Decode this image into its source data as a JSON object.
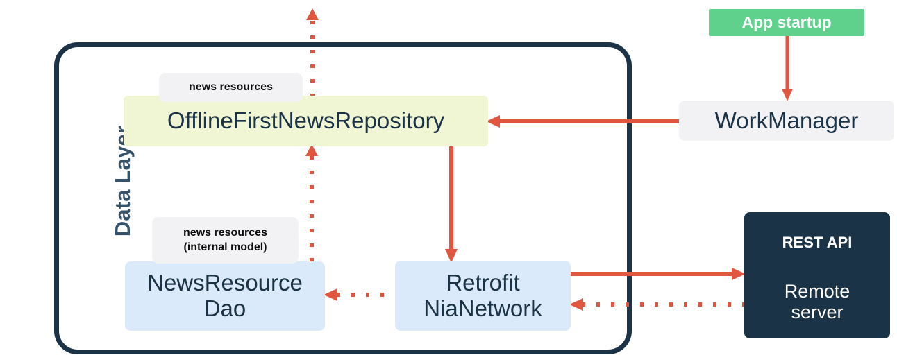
{
  "diagram": {
    "title": "Data Layer",
    "accent_red": "#e0563f",
    "navy": "#1b3347",
    "green": "#5fd18c",
    "yellow": "#f0f5d3",
    "blue": "#daeafb",
    "gray": "#f2f2f5"
  },
  "nodes": {
    "repository": {
      "label": "OfflineFirstNewsRepository"
    },
    "dao": {
      "line1": "NewsResource",
      "line2": "Dao"
    },
    "retrofit": {
      "line1": "Retrofit",
      "line2": "NiaNetwork"
    },
    "workmanager": {
      "label": "WorkManager"
    },
    "app_startup": {
      "label": "App startup"
    },
    "server": {
      "rest": "REST API",
      "line1": "Remote",
      "line2": "server"
    }
  },
  "badges": {
    "repo_badge": {
      "line1": "news resources"
    },
    "dao_badge": {
      "line1": "news resources",
      "line2": "(internal model)"
    }
  },
  "edges": [
    {
      "id": "repo-out-up",
      "from": "OfflineFirstNewsRepository",
      "to": "outside-top",
      "style": "dotted",
      "direction": "up"
    },
    {
      "id": "dao-to-repo",
      "from": "NewsResourceDao",
      "to": "OfflineFirstNewsRepository",
      "style": "dotted",
      "direction": "up"
    },
    {
      "id": "repo-to-retrofit",
      "from": "OfflineFirstNewsRepository",
      "to": "RetrofitNiaNetwork",
      "style": "solid",
      "direction": "down"
    },
    {
      "id": "workmanager-to-repo",
      "from": "WorkManager",
      "to": "OfflineFirstNewsRepository",
      "style": "solid",
      "direction": "left"
    },
    {
      "id": "appstartup-to-workmanager",
      "from": "App startup",
      "to": "WorkManager",
      "style": "solid",
      "direction": "down"
    },
    {
      "id": "retrofit-to-server",
      "from": "RetrofitNiaNetwork",
      "to": "Remote server",
      "style": "solid",
      "direction": "right"
    },
    {
      "id": "server-to-retrofit",
      "from": "Remote server",
      "to": "RetrofitNiaNetwork",
      "style": "dotted",
      "direction": "left"
    },
    {
      "id": "retrofit-to-dao",
      "from": "RetrofitNiaNetwork",
      "to": "NewsResourceDao",
      "style": "dotted",
      "direction": "left"
    }
  ]
}
